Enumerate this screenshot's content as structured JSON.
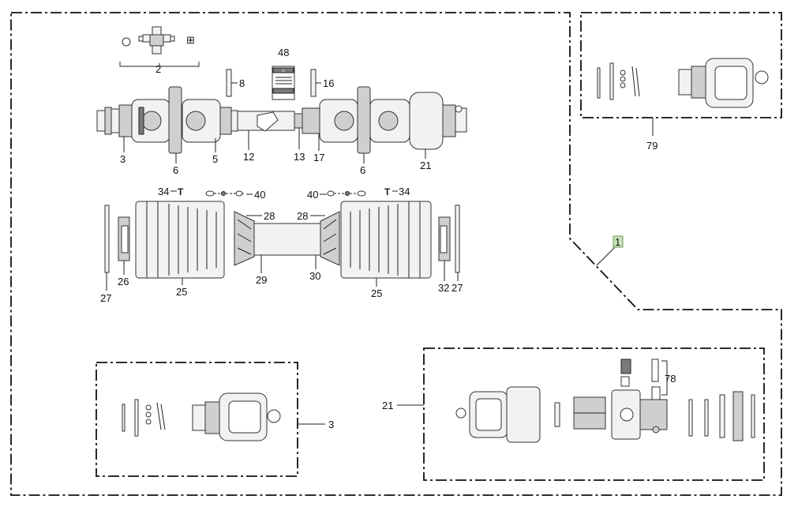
{
  "labels": {
    "l1": "1",
    "l2": "2",
    "l3a": "3",
    "l3b": "3",
    "l5": "5",
    "l6a": "6",
    "l6b": "6",
    "l8": "8",
    "l12": "12",
    "l13": "13",
    "l16": "16",
    "l17": "17",
    "l21a": "21",
    "l21b": "21",
    "l25a": "25",
    "l25b": "25",
    "l26": "26",
    "l27a": "27",
    "l27b": "27",
    "l28a": "28",
    "l28b": "28",
    "l29": "29",
    "l30": "30",
    "l32": "32",
    "l34a": "34",
    "l34b": "34",
    "l40a": "40",
    "l40b": "40",
    "l48": "48",
    "l78": "78",
    "l79": "79"
  },
  "icons": {
    "warning_sign": "warning-decal-icon",
    "chain": "safety-chain-icon",
    "screw": "screw-icon"
  }
}
